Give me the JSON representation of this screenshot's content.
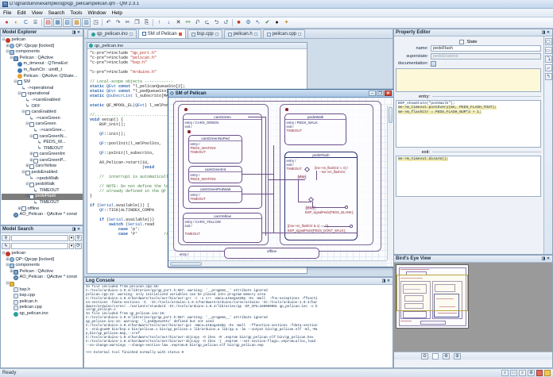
{
  "window": {
    "title": "D:\\qp\\arduino\\examples\\qp\\qp_pelican\\pelican.qm - QM 2.3.1",
    "icon": "app-icon"
  },
  "menu": [
    "File",
    "Edit",
    "View",
    "Search",
    "Tools",
    "Window",
    "Help"
  ],
  "toolbar": {
    "groups": [
      [
        "●",
        "◐",
        "C",
        "⌸"
      ],
      [
        "▤",
        "▦",
        "▧",
        "▩",
        "▥",
        "◳"
      ],
      [
        "↶",
        "↷",
        "✂",
        "❐",
        "⎘"
      ],
      [
        "↑",
        "↓",
        "✕",
        "⚯",
        "⮏",
        "⮎",
        "⮌",
        "⮍"
      ],
      [
        "■",
        "⚙",
        "↖",
        "✔",
        "●",
        "✦"
      ]
    ]
  },
  "model_explorer": {
    "title": "Model Explorer",
    "items": [
      {
        "depth": 0,
        "exp": "-",
        "icon": "red",
        "label": "pelican"
      },
      {
        "depth": 1,
        "exp": "+",
        "icon": "pkg2",
        "label": "QP::Qpcpp [locked]"
      },
      {
        "depth": 1,
        "exp": "-",
        "icon": "comp",
        "label": "components"
      },
      {
        "depth": 2,
        "exp": "-",
        "icon": "cls",
        "label": "Pelican : QActive"
      },
      {
        "depth": 3,
        "exp": "",
        "icon": "attr",
        "label": "m_timeout : QTimeEvt"
      },
      {
        "depth": 3,
        "exp": "",
        "icon": "attr",
        "label": "m_flashCtr : uint8_t"
      },
      {
        "depth": 3,
        "exp": "",
        "icon": "op",
        "label": "Pelican : QActive::QState..."
      },
      {
        "depth": 3,
        "exp": "-",
        "icon": "sm",
        "label": "SM"
      },
      {
        "depth": 4,
        "exp": "",
        "icon": "tran",
        "label": "->operational"
      },
      {
        "depth": 4,
        "exp": "-",
        "icon": "st",
        "label": "operational"
      },
      {
        "depth": 5,
        "exp": "",
        "icon": "tran",
        "label": "->carsEnabled"
      },
      {
        "depth": 5,
        "exp": "",
        "icon": "tran",
        "label": "OFF"
      },
      {
        "depth": 5,
        "exp": "-",
        "icon": "st",
        "label": "carsEnabled"
      },
      {
        "depth": 6,
        "exp": "",
        "icon": "tran",
        "label": "->carsGreen"
      },
      {
        "depth": 6,
        "exp": "-",
        "icon": "st",
        "label": "carsGreen"
      },
      {
        "depth": 7,
        "exp": "",
        "icon": "tran",
        "label": "->carsGree..."
      },
      {
        "depth": 7,
        "exp": "-",
        "icon": "st",
        "label": "carsGreenN..."
      },
      {
        "depth": 8,
        "exp": "",
        "icon": "tran",
        "label": "PEDS_W..."
      },
      {
        "depth": 8,
        "exp": "",
        "icon": "tran",
        "label": "TIMEOUT"
      },
      {
        "depth": 7,
        "exp": "+",
        "icon": "st",
        "label": "carsGreenInt"
      },
      {
        "depth": 7,
        "exp": "+",
        "icon": "st",
        "label": "carsGreenP..."
      },
      {
        "depth": 6,
        "exp": "+",
        "icon": "st",
        "label": "carsYellow"
      },
      {
        "depth": 5,
        "exp": "-",
        "icon": "st",
        "label": "pedsEnabled"
      },
      {
        "depth": 6,
        "exp": "",
        "icon": "tran",
        "label": "->pedsWalk"
      },
      {
        "depth": 6,
        "exp": "-",
        "icon": "st",
        "label": "pedsWalk"
      },
      {
        "depth": 7,
        "exp": "",
        "icon": "tran",
        "label": "TIMEOUT"
      },
      {
        "depth": 6,
        "exp": "-",
        "icon": "st",
        "label": "pedsFlash",
        "selected": true
      },
      {
        "depth": 7,
        "exp": "",
        "icon": "tran",
        "label": "TIMEOUT"
      },
      {
        "depth": 4,
        "exp": "+",
        "icon": "st",
        "label": "offline"
      },
      {
        "depth": 2,
        "exp": "",
        "icon": "ptr",
        "label": "AO_Pelican : QActive * const"
      }
    ]
  },
  "model_search": {
    "title": "Model Search",
    "search_value": "",
    "replace_value": "",
    "items": [
      {
        "depth": 0,
        "exp": "-",
        "icon": "red",
        "label": "pelican"
      },
      {
        "depth": 1,
        "exp": "+",
        "icon": "pkg2",
        "label": "QP::Qpcpp [locked]"
      },
      {
        "depth": 1,
        "exp": "-",
        "icon": "comp",
        "label": "components"
      },
      {
        "depth": 2,
        "exp": "+",
        "icon": "cls",
        "label": "Pelican : QActive"
      },
      {
        "depth": 2,
        "exp": "",
        "icon": "ptr",
        "label": "AO_Pelican : QActive * const"
      },
      {
        "depth": 1,
        "exp": "-",
        "icon": "pkg",
        "label": ""
      },
      {
        "depth": 2,
        "exp": "",
        "icon": "file",
        "label": "bsp.h"
      },
      {
        "depth": 2,
        "exp": "",
        "icon": "file",
        "label": "bsp.cpp"
      },
      {
        "depth": 2,
        "exp": "",
        "icon": "file",
        "label": "pelican.h"
      },
      {
        "depth": 2,
        "exp": "",
        "icon": "file",
        "label": "pelican.cpp"
      },
      {
        "depth": 2,
        "exp": "",
        "icon": "ino",
        "label": "qp_pelican.ino"
      }
    ]
  },
  "editor_tabs": [
    {
      "label": "qp_pelican.ino",
      "icon": "ino-icon",
      "active": false
    },
    {
      "label": "SM of Pelican",
      "icon": "diagram-icon",
      "active": true
    },
    {
      "label": "bsp.cpp",
      "icon": "cpp-icon",
      "active": false
    },
    {
      "label": "pelican.h",
      "icon": "header-icon",
      "active": false
    },
    {
      "label": "pelican.cpp",
      "icon": "cpp-icon",
      "active": false
    }
  ],
  "code_window": {
    "title": "qp_pelican.ino",
    "lines": [
      "#include \"qp_port.h\"",
      "#include \"pelican.h\"",
      "#include \"bsp.h\"",
      "",
      "#include \"Arduino.h\"",
      "",
      "// Local-scope objects ------------",
      "static QEvt const *l_pelicanQueueSto[2];",
      "static QEvt const *l_pedQueueSto[2];",
      "static QSubscrList l_subscrSto[MAX_PUB_SIG];",
      "",
      "static QF_MPOOL_EL(QEvt) l_smlPoolSto[10];",
      "",
      "//.................................",
      "void setup() {",
      "    BSP_init();",
      "",
      "    QF::init();                   // ini",
      "",
      "    QF::poolInit(l_smlPoolSto,",
      "",
      "    QF::psInit(l_subscrSto,",
      "",
      "    AO_Pelican->start(1U,",
      "                      (void",
      "",
      "    //  interrupt is automatically",
      "",
      "    // NOTE: Do not define the loo",
      "    // already defined in the QF p",
      "}",
      "",
      "if (Serial.available()) {",
      "    QF::TICK(ALTINDEX_COMPA",
      "",
      "    if (Serial.available())",
      "        switch (Serial.read",
      "            case 'p':",
      "            case 'P'           //"
    ]
  },
  "diagram": {
    "title": "SM of Pelican",
    "window_buttons": [
      "–",
      "❐",
      "✕"
    ],
    "states": [
      {
        "name": "carsGreen",
        "entry": "entry / CARS_GREEN",
        "exit": "exit /",
        "events": []
      },
      {
        "name": "carsGreenNoPed",
        "entry": "entry /",
        "exit": "",
        "events": [
          "PEDS_WAITING",
          "TIMEOUT"
        ]
      },
      {
        "name": "carsGreenInt",
        "entry": "entry /",
        "exit": "",
        "events": [
          "PEDS_WAITING"
        ]
      },
      {
        "name": "carsGreenPedWait",
        "entry": "entry /",
        "exit": "",
        "events": [
          "TIMEOUT"
        ]
      },
      {
        "name": "carsYellow",
        "entry": "entry / CARS_YELLOW",
        "exit": "exit /",
        "events": [
          "TIMEOUT"
        ]
      },
      {
        "name": "pedsWalk",
        "entry": "entry / PEDS_WALK",
        "exit": "exit /",
        "events": [
          "TIMEOUT"
        ]
      },
      {
        "name": "pedsFlash",
        "entry": "entry /",
        "exit": "exit /",
        "events": [
          "TIMEOUT"
        ]
      },
      {
        "name": "offline",
        "entry": "",
        "exit": "",
        "events": []
      }
    ],
    "guards": [
      "[me->m_flashCtr != 0] /",
      "--me->m_flashCtr;",
      "[else]",
      "[else] /",
      "BSP_signalPeds(PEDS_BLANK);",
      "[(me->m_flashCtr & 1) == 0]",
      "BSP_signalPeds(PEDS_DONT_WALK);"
    ],
    "region_labels": [
      "carsEnabled",
      "pedsEnabled"
    ],
    "entry_label": "entry /"
  },
  "property_editor": {
    "title": "Property Editor",
    "kind_label": "State",
    "fields": [
      {
        "label": "name:",
        "value": "pedsFlash",
        "readonly": false
      },
      {
        "label": "superstate:",
        "value": "pedsEnabled",
        "readonly": true
      },
      {
        "label": "documentation:",
        "value": "",
        "readonly": false
      }
    ],
    "doc_value": "",
    "entry_label": "entry:",
    "entry_code": [
      "BSP_showState(\"pedsWalk\");",
      "me->m_timeout.postEvery(me, PEDS_FLASH_TOUT);",
      "me->m_flashCtr = PEDS_FLASH_NUM*2 + 1;"
    ],
    "exit_label": "exit:",
    "exit_code": [
      "me->m_timeout.disarm();"
    ],
    "tool_buttons": [
      "▢",
      "▭",
      "⤵",
      "⤶",
      "↰"
    ]
  },
  "log_console": {
    "title": "Log Console",
    "lines": [
      "In file included from pelican.cpp:18:",
      "C:/tools/arduino-1.0.4/libraries/qp/qp_port.h:687: warning: '__progmem__' attribute ignored",
      "pelican.cpp:22: warning: only initialized variables can be placed into program memory area",
      "C:/tools/arduino-1.0.4/hardware/tools/avr/bin/avr-g++ -c -x c++ -mmcu=atmega328p -Os -Wall  -fno-exceptions -ffuncti",
      "on-sections -fdata-sections -I. -IC:/tools/arduino-1.0.4/hardware/arduino/cores/arduino -IC:/tools/arduino-1.0.4/har",
      "dware/arduino/cores/../variants/standard -IC:/tools/arduino-1.0.4/libraries/qp -DF_CPU=16000000L qp_pelican.ino -o b",
      "in/qp_pelican.o",
      "In file included from qp_pelican.ino:18:",
      "C:/tools/arduino-1.0.4/libraries/qp/qp_port.h:687: warning: '__progmem__' attribute ignored",
      "qp_pelican.ino:14: warning: 'l_pedQueueSto' defined but not used",
      "C:/tools/arduino-1.0.4/hardware/tools/avr/bin/avr-gcc -mmcu=atmega328p -Os -Wall  -ffunction-sections -fdata-section",
      "s -std=gnu99 bin/bsp.o bin/pelican.o bin/qp_pelican.o lib/arduino.a lib/qp.a -lm --output bin/qp_pelican.elf -Wl,-Ma",
      "p,bin/qp_pelican.map,--cref",
      "C:/tools/arduino-1.0.4/hardware/tools/avr/bin/avr-objcopy -O ihex -R .eeprom bin/qp_pelican.elf bin/qp_pelican.hex",
      "C:/tools/arduino-1.0.4/hardware/tools/avr/bin/avr-objcopy -O ihex -j .eeprom --set-section-flags=.eeprom=alloc,load",
      "--no-change-warnings --change-section-lma .eeprom=0 bin/qp_pelican.elf bin/qp_pelican.eep",
      "",
      ">>> External tool finished normally with status 0"
    ]
  },
  "birds_eye": {
    "title": "Bird's Eye View",
    "zoom_out_icon": "zoom-out-icon",
    "fit_icon": "fit-page-icon",
    "zoom_in_icon": "zoom-in-icon",
    "zoom_reset_icon": "zoom-reset-icon"
  },
  "status_bar": {
    "message": "Ready",
    "buttons": [
      "⌕",
      "▭",
      "⌕",
      "⊕"
    ]
  },
  "colors": {
    "accent": "#3a6ea5",
    "state_border": "#6b4f8a",
    "event_text": "#8a2030",
    "selection": "#7d7d7d",
    "doc_background": "#fdf8d8",
    "highlight": "#f2eab0"
  }
}
